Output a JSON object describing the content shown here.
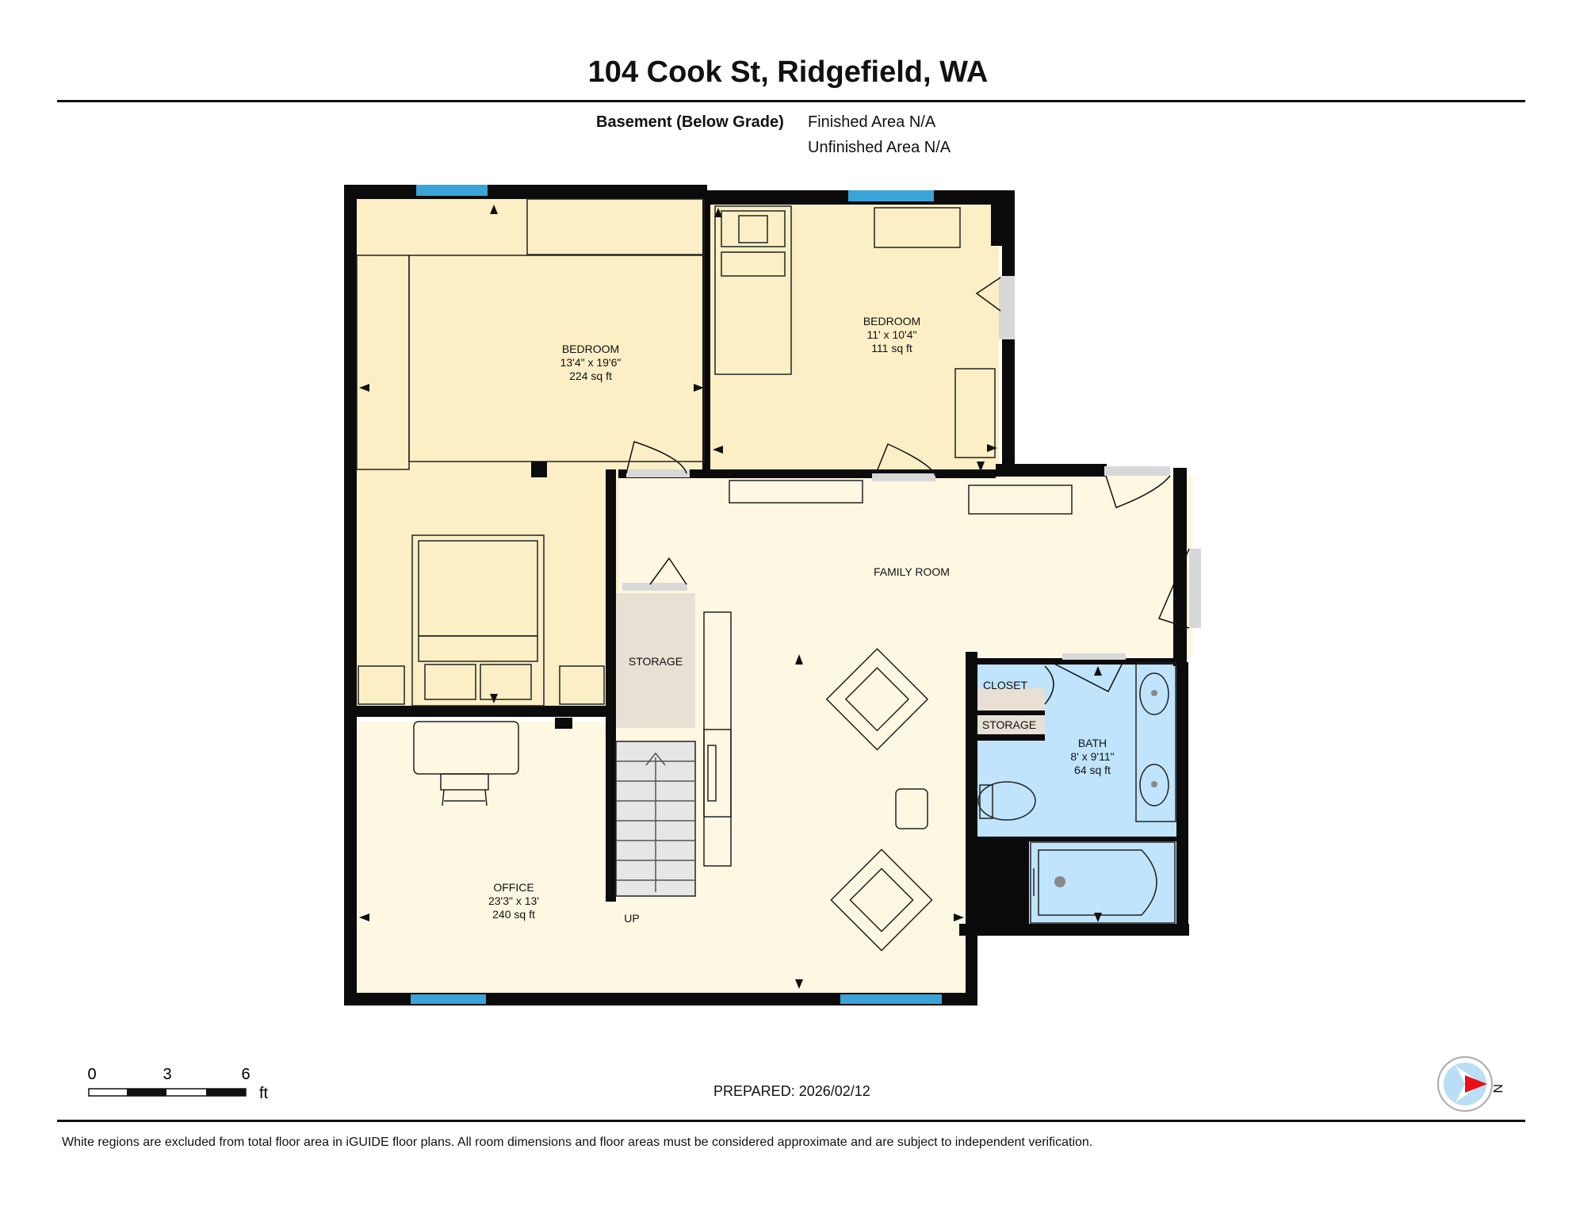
{
  "header": {
    "address": "104 Cook St, Ridgefield, WA",
    "floor_label": "Basement (Below Grade)",
    "finished_area": "Finished Area N/A",
    "unfinished_area": "Unfinished Area N/A"
  },
  "rooms": {
    "bedroom1": {
      "name": "BEDROOM",
      "dims": "13'4\" x 19'6\"",
      "area": "224 sq ft"
    },
    "bedroom2": {
      "name": "BEDROOM",
      "dims": "11' x 10'4\"",
      "area": "111 sq ft"
    },
    "family": {
      "name": "FAMILY ROOM"
    },
    "storage1": {
      "name": "STORAGE"
    },
    "closet": {
      "name": "CLOSET"
    },
    "storage2": {
      "name": "STORAGE"
    },
    "bath": {
      "name": "BATH",
      "dims": "8' x 9'11\"",
      "area": "64 sq ft"
    },
    "office": {
      "name": "OFFICE",
      "dims": "23'3\" x 13'",
      "area": "240 sq ft"
    },
    "stairs": {
      "label": "UP"
    }
  },
  "scale": {
    "ticks": [
      "0",
      "3",
      "6"
    ],
    "unit": "ft"
  },
  "compass": {
    "label": "N"
  },
  "footer": {
    "prepared": "PREPARED: 2026/02/12",
    "disclaimer": "White regions are excluded from total floor area in iGUIDE floor plans. All room dimensions and floor areas must be considered approximate and are subject to independent verification."
  },
  "colors": {
    "bedroom_fill": "#fcefc6",
    "family_fill": "#fef7e2",
    "storage_fill": "#e8e0d4",
    "bath_fill": "#bfe4fb",
    "wall": "#0b0b0b",
    "window": "#3aa3d8",
    "compass_red": "#e8101a",
    "compass_blue": "#b9def5"
  }
}
